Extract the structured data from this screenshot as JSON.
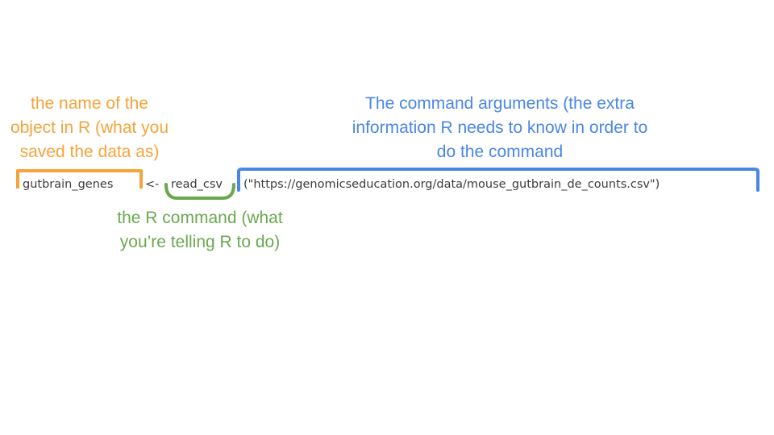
{
  "annotations": {
    "object_name": [
      "the name of the",
      "object in R (what you",
      "saved the data as)"
    ],
    "arguments": [
      "The command arguments (the extra",
      "information R needs to know in order to",
      "do the command"
    ],
    "command": [
      "the R command (what",
      "you’re telling R to do)"
    ]
  },
  "code": {
    "object": "gutbrain_genes",
    "assign": "<-",
    "function": "read_csv",
    "arguments": "(\"https://genomicseducation.org/data/mouse_gutbrain_de_counts.csv\")"
  },
  "colors": {
    "object": "#f6a33a",
    "arguments": "#4a86e8",
    "command": "#6aa84f",
    "code": "#3c3c3c"
  }
}
